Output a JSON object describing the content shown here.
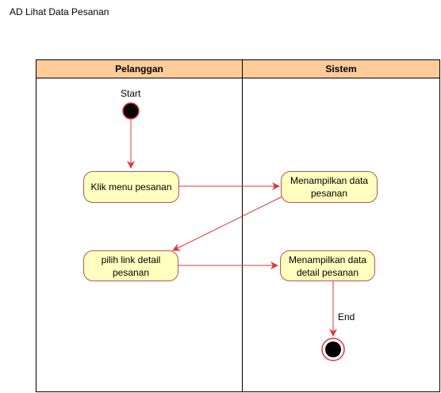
{
  "title": "AD Lihat Data Pesanan",
  "lanes": [
    {
      "name": "Pelanggan"
    },
    {
      "name": "Sistem"
    }
  ],
  "nodes": {
    "start_label": "Start",
    "end_label": "End",
    "act1": "Klik menu pesanan",
    "act2": "Menampilkan data pesanan",
    "act3": "pilih link detail pesanan",
    "act4": "Menampilkan data detail pesanan"
  },
  "colors": {
    "lane_header": "#ffcc99",
    "activity_fill": "#ffffc0",
    "activity_border": "#b85450",
    "edge": "#e0353b"
  }
}
